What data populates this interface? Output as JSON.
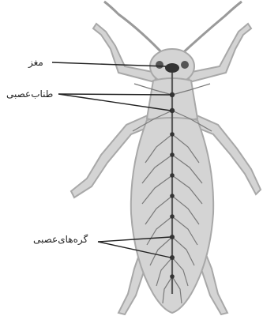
{
  "labels": {
    "brain": "مغز",
    "nerve_cord": "طناب‌عصبی",
    "ganglia": "گره‌های‌عصبی"
  },
  "colors": {
    "background": "#ffffff",
    "body_fill": "#d4d4d4",
    "body_outline": "#a8a8a8",
    "nerve": "#6a6a6a",
    "ganglion": "#333333",
    "leader_line": "#222222"
  }
}
